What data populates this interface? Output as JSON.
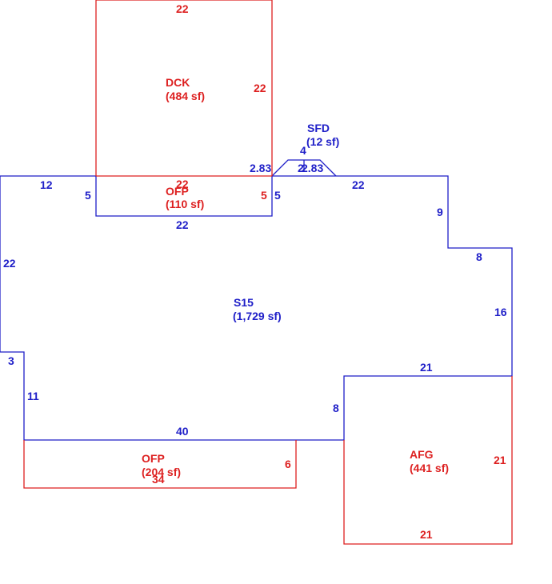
{
  "colors": {
    "main_structure": "#1f1fc8",
    "additions": "#dd2020",
    "background": "#ffffff"
  },
  "areas": {
    "dck": {
      "code": "DCK",
      "area": "(484 sf)"
    },
    "sfd": {
      "code": "SFD",
      "area": "(12 sf)"
    },
    "off_top": {
      "code": "OFP",
      "area": "(110 sf)"
    },
    "s15": {
      "code": "S15",
      "area": "(1,729 sf)"
    },
    "ofp_bottom": {
      "code": "OFP",
      "area": "(204 sf)"
    },
    "afg": {
      "code": "AFG",
      "area": "(441 sf)"
    }
  },
  "dimensions": {
    "dck_top": "22",
    "dck_right": "22",
    "dck_bottom": "22",
    "sfd_height": "4",
    "sfd_left": "2.83",
    "sfd_top": "2",
    "sfd_right": "2.83",
    "main_top_left": "12",
    "main_top_right": "22",
    "porch_left": "5",
    "porch_right_red": "5",
    "porch_right_blue": "5",
    "porch_bottom": "22",
    "main_left": "22",
    "step_right": "9",
    "step_top": "8",
    "main_right": "16",
    "notch_left": "3",
    "lower_left": "11",
    "main_bottom": "40",
    "garage_inner": "8",
    "garage_top": "21",
    "ofp_bottom_right": "6",
    "ofp_bottom_length": "34",
    "garage_right": "21",
    "garage_bottom": "21"
  }
}
